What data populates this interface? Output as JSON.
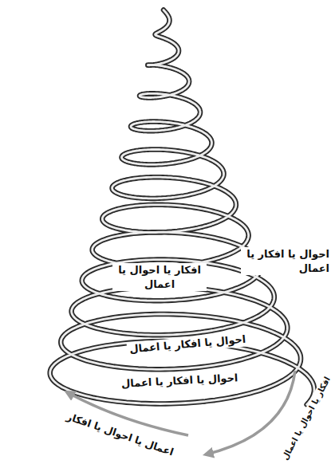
{
  "diagram": {
    "labels": [
      "احوال یا افکار یا اعمال",
      "افکار یا احوال یا اعمال",
      "احوال یا افکار یا اعمال",
      "احوال یا افکار یا اعمال",
      "افکار یا احوال یا اعمال",
      "اعمال یا احوال یا افکار"
    ]
  }
}
